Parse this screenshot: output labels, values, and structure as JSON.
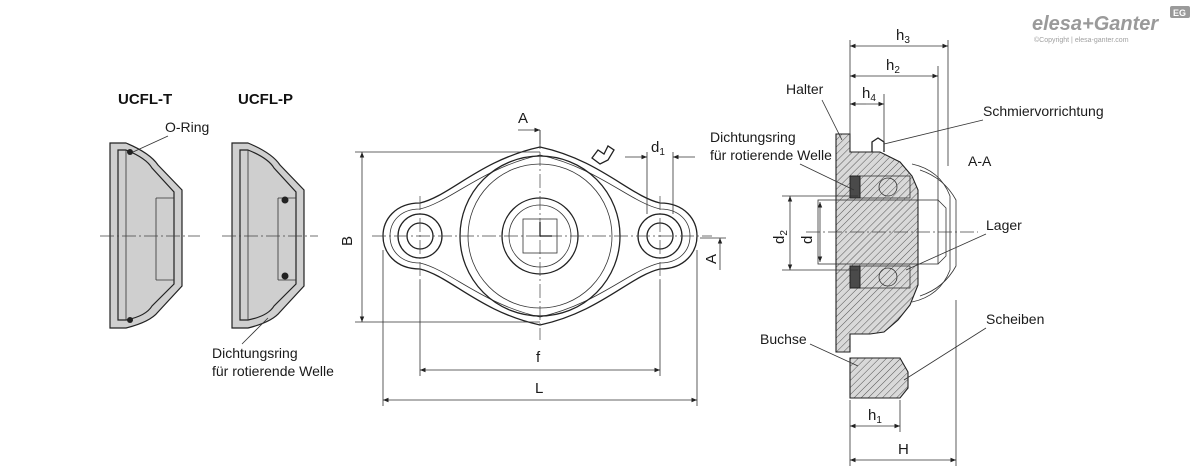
{
  "brand": {
    "logo_text": "elesa+Ganter",
    "badge": "EG",
    "copyright": "©Copyright | elesa-ganter.com"
  },
  "variants": {
    "t_label": "UCFL-T",
    "p_label": "UCFL-P",
    "o_ring": "O-Ring",
    "seal_line1": "Dichtungsring",
    "seal_line2": "für rotierende Welle"
  },
  "front_view": {
    "dim_A_top": "A",
    "dim_A_right": "A",
    "dim_d1": "d",
    "dim_d1_sub": "1",
    "dim_B": "B",
    "dim_f": "f",
    "dim_L": "L",
    "seal_line1": "Dichtungsring",
    "seal_line2": "für rotierende Welle"
  },
  "section": {
    "title": "A-A",
    "halter": "Halter",
    "schmier": "Schmiervorrichtung",
    "lager": "Lager",
    "buchse": "Buchse",
    "scheiben": "Scheiben",
    "h3": "h",
    "h3_sub": "3",
    "h2": "h",
    "h2_sub": "2",
    "h4": "h",
    "h4_sub": "4",
    "h1": "h",
    "h1_sub": "1",
    "d2": "d",
    "d2_sub": "2",
    "d": "d",
    "H": "H"
  }
}
